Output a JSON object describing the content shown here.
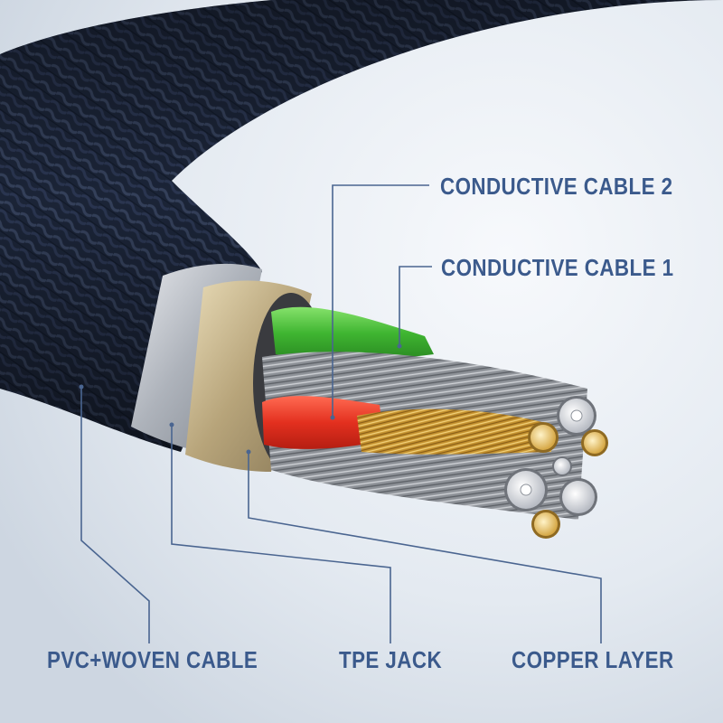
{
  "colors": {
    "label_text": "#3b5a8c",
    "leader_line": "#4a6590",
    "background": "#e9eef4",
    "braid": "#1c2538",
    "red_wire": "#e8322a",
    "green_wire": "#4cc23c",
    "copper": "#c89a3c",
    "silver": "#b8bcc4"
  },
  "labels": {
    "conductive_cable_2": "CONDUCTIVE CABLE 2",
    "conductive_cable_1": "CONDUCTIVE CABLE 1",
    "pvc_woven_cable": "PVC+WOVEN CABLE",
    "tpe_jack": "TPE JACK",
    "copper_layer": "COPPER LAYER"
  }
}
